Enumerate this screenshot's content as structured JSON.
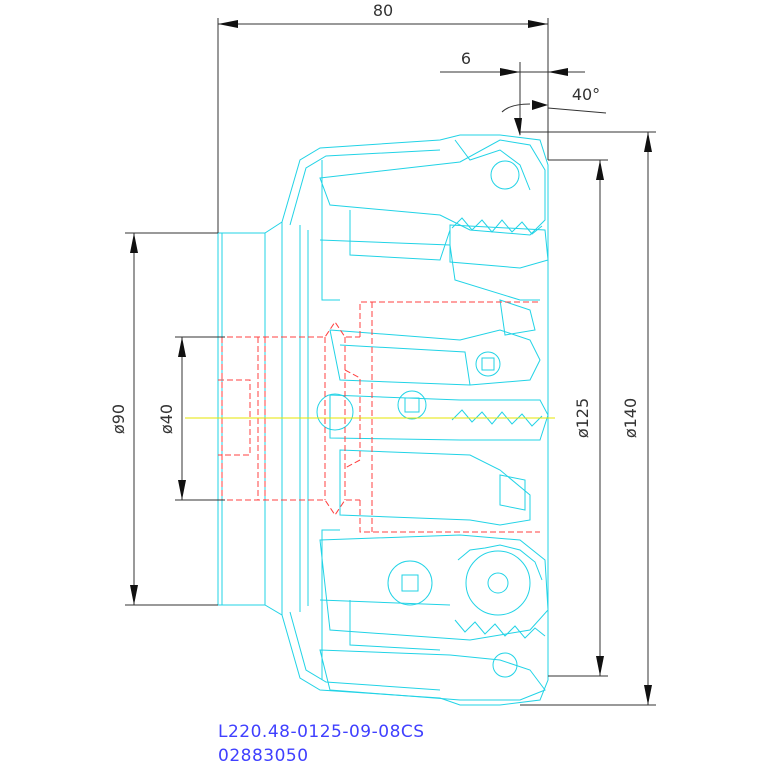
{
  "drawing": {
    "dimensions": {
      "overall_length": "80",
      "step": "6",
      "angle": "40°",
      "dia_90": "ø90",
      "dia_40": "ø40",
      "dia_125": "ø125",
      "dia_140": "ø140"
    },
    "caption": {
      "code": "L220.48-0125-09-08CS",
      "part_number": "02883050"
    },
    "colors": {
      "outline": "#22d3e6",
      "hidden": "#ff4040",
      "centerline": "#e6e600",
      "dimension": "#333333",
      "caption": "#4040ff"
    }
  }
}
